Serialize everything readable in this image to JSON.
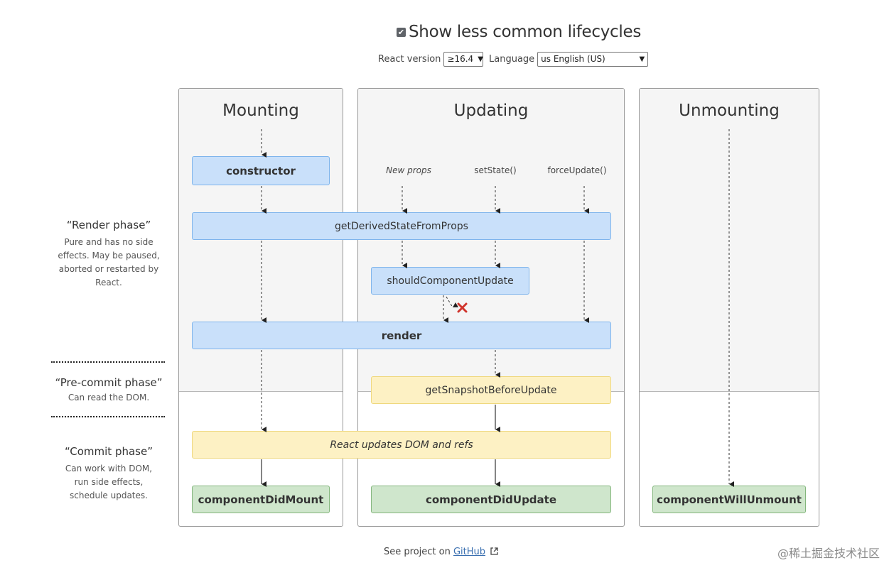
{
  "header": {
    "checkbox_checked": true,
    "checkbox_mark": "✔",
    "title": "Show less common lifecycles",
    "version_label": "React version",
    "version_value": "≥16.4",
    "language_label": "Language",
    "language_value": "us English (US)"
  },
  "columns": {
    "mounting": "Mounting",
    "updating": "Updating",
    "unmounting": "Unmounting"
  },
  "triggers": {
    "new_props": "New props",
    "set_state": "setState()",
    "force_update": "forceUpdate()"
  },
  "methods": {
    "constructor": "constructor",
    "get_derived": "getDerivedStateFromProps",
    "should_update": "shouldComponentUpdate",
    "render": "render",
    "get_snapshot": "getSnapshotBeforeUpdate",
    "dom_update": "React updates DOM and refs",
    "did_mount": "componentDidMount",
    "did_update": "componentDidUpdate",
    "will_unmount": "componentWillUnmount"
  },
  "phases": {
    "render_title": "“Render phase”",
    "render_desc": "Pure and has no side effects. May be paused, aborted or restarted by React.",
    "precommit_title": "“Pre-commit phase”",
    "precommit_desc": "Can read the DOM.",
    "commit_title": "“Commit phase”",
    "commit_desc": "Can work with DOM, run side effects, schedule updates."
  },
  "footer": {
    "prefix": "See project on ",
    "link": "GitHub",
    "external_icon": "external-link-icon"
  },
  "watermark": "@稀土掘金技术社区",
  "colors": {
    "render_phase_bg": "#f5f5f5",
    "blue_box": "#c9e0fa",
    "yellow_box": "#fdf1c4",
    "green_box": "#cfe6cc",
    "cancel_x": "#d0342c"
  }
}
